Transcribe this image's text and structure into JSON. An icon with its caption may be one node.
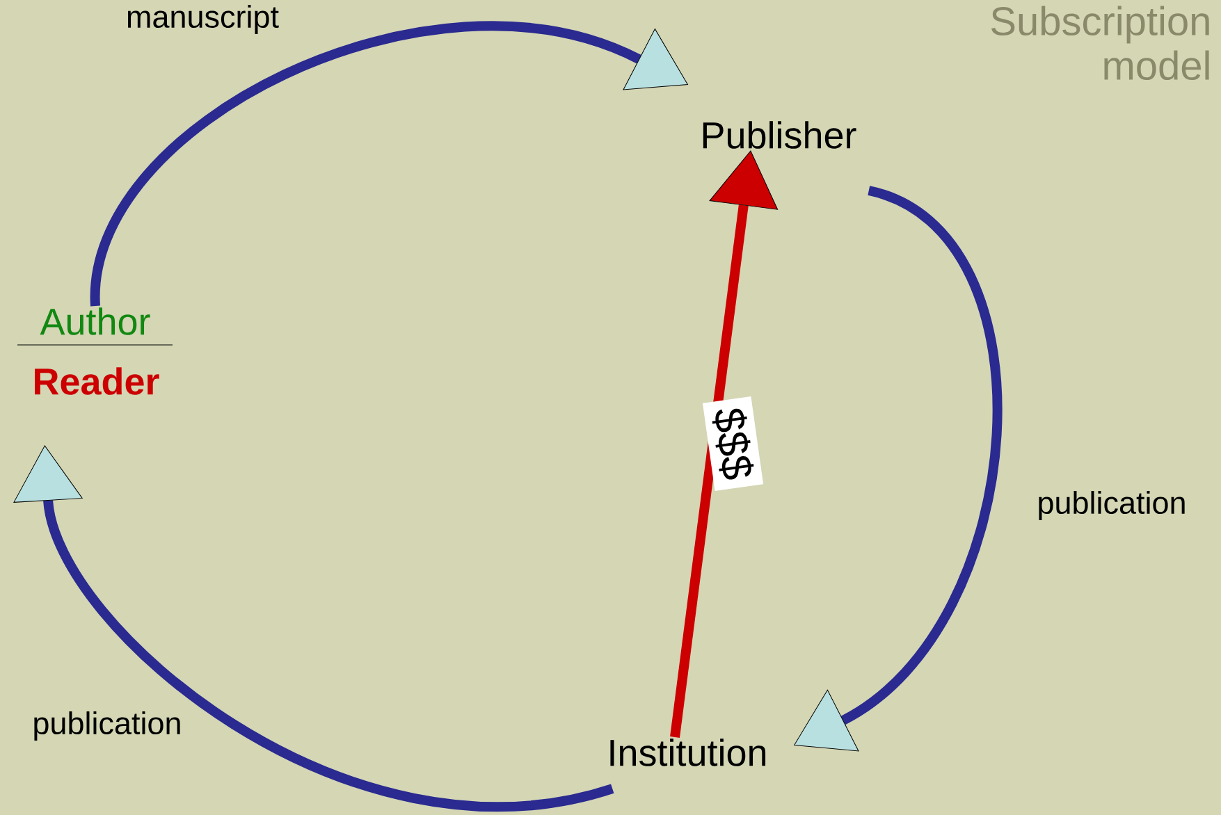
{
  "diagram": {
    "title": "Subscription model",
    "nodes": [
      {
        "text": [
          "Author"
        ]
      },
      {
        "text": [
          "Reader"
        ]
      },
      {
        "text": [
          "Publisher"
        ]
      },
      {
        "text": [
          "Institution"
        ]
      }
    ],
    "edges": [
      {
        "from": 0,
        "to": 2,
        "arrow": "to",
        "label": "manuscript"
      },
      {
        "from": 2,
        "to": 3,
        "arrow": "to",
        "label": "publication"
      },
      {
        "from": 3,
        "to": 1,
        "arrow": "to",
        "label": "publication"
      },
      {
        "from": 3,
        "to": 2,
        "arrow": "to",
        "label": "$$$",
        "color": "#cc0000"
      }
    ]
  }
}
